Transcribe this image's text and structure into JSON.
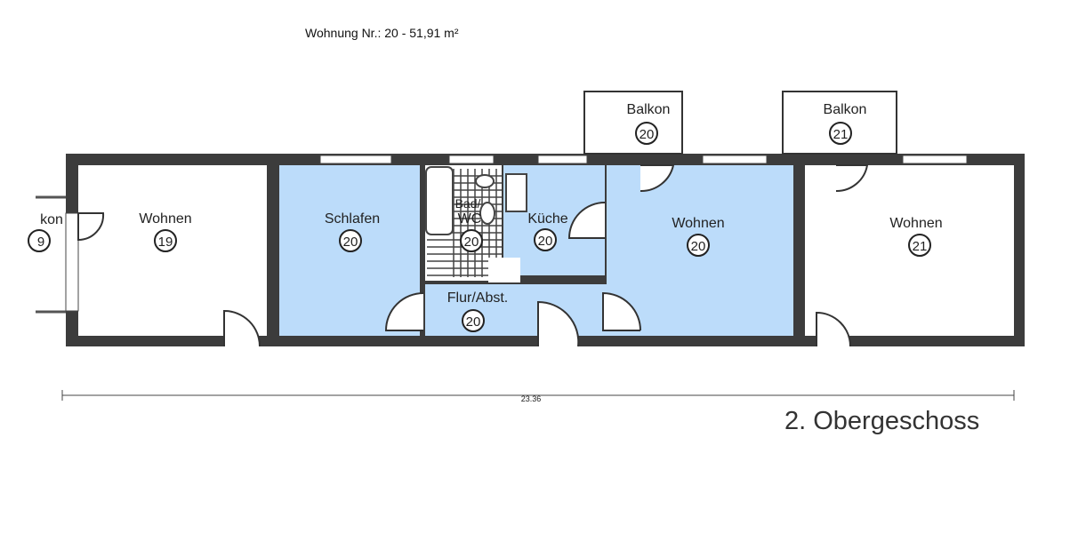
{
  "header": {
    "title": "Wohnung Nr.: 20 - 51,91 m²"
  },
  "floor_label": "2. Obergeschoss",
  "dimension": "23.36",
  "colors": {
    "wall": "#3c3c3c",
    "highlight": "#bcdcfa"
  },
  "rooms": [
    {
      "name": "Wohnen",
      "number": "19"
    },
    {
      "name": "Schlafen",
      "number": "20"
    },
    {
      "name": "Bad/",
      "name2": "WC",
      "number": "20"
    },
    {
      "name": "Küche",
      "number": "20"
    },
    {
      "name": "Wohnen",
      "number": "20"
    },
    {
      "name": "Flur/Abst.",
      "number": "20"
    },
    {
      "name": "Wohnen",
      "number": "21"
    },
    {
      "name": "Balkon",
      "number": "20"
    },
    {
      "name": "Balkon",
      "number": "21"
    },
    {
      "name": "kon",
      "number": "9"
    }
  ]
}
